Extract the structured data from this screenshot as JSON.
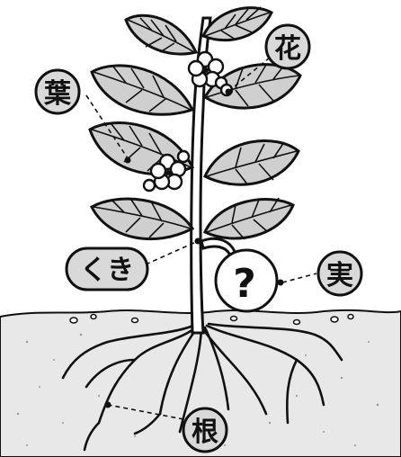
{
  "labels": {
    "flower": "花",
    "leaf": "葉",
    "stem": "くき",
    "fruit": "実",
    "root": "根"
  },
  "fruit_mark": "?"
}
